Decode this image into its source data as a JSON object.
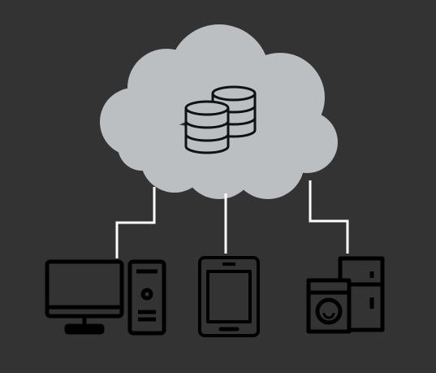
{
  "diagram": {
    "background_color": "#333333",
    "cloud": {
      "name": "cloud",
      "fill_color": "#bcbfc2",
      "icon": "database-icon"
    },
    "connector_color": "#ffffff",
    "icon_color": "#000000",
    "devices": [
      {
        "name": "desktop-computer",
        "icon": "desktop-computer-icon"
      },
      {
        "name": "tablet",
        "icon": "tablet-icon"
      },
      {
        "name": "home-appliances",
        "icon": "appliances-icon"
      }
    ]
  }
}
